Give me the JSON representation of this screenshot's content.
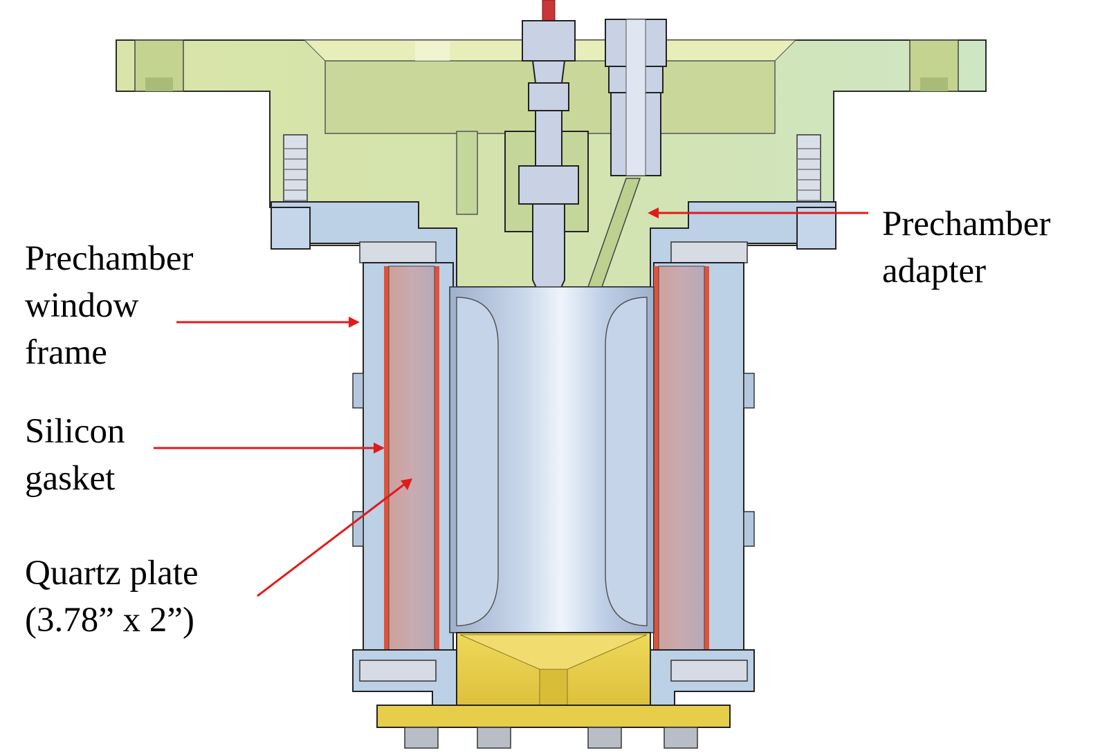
{
  "labels": {
    "prechamber_adapter": [
      "Prechamber",
      "adapter"
    ],
    "window_frame": [
      "Prechamber",
      "window",
      "frame"
    ],
    "silicon_gasket": [
      "Silicon",
      "gasket"
    ],
    "quartz_plate": [
      "Quartz plate",
      "(3.78” x 2”)"
    ]
  },
  "colors": {
    "adapter_body": "#d8e3a6",
    "frame_blue": "#b8cde3",
    "quartz": "#c9a7a8",
    "gasket": "#e0533a",
    "bottom_brass": "#e3cd4a",
    "arrow": "#e01b1b",
    "wire": "#c8363a"
  }
}
